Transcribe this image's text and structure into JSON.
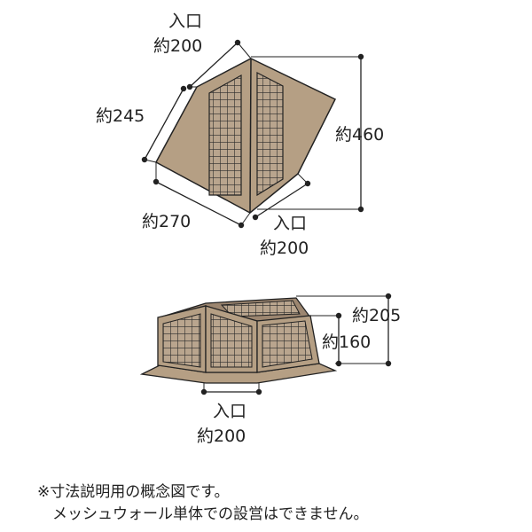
{
  "colors": {
    "panel": "#b59f84",
    "panel_dark": "#9c8670",
    "mesh_bg": "#b9a58e",
    "mesh_line": "#2b2b2b",
    "line": "#222222"
  },
  "top_view": {
    "entrance_label": "入口",
    "entrance_top_dim": "約200",
    "side_left_dim": "約245",
    "depth_dim": "約460",
    "bottom_dim": "約270",
    "entrance_bottom_label": "入口",
    "entrance_bottom_dim": "約200"
  },
  "side_view": {
    "height_max_dim": "約205",
    "height_wall_dim": "約160",
    "entrance_label": "入口",
    "entrance_dim": "約200"
  },
  "notes": {
    "line1": "※寸法説明用の概念図です。",
    "line2": "　メッシュウォール単体での設営はできません。"
  }
}
